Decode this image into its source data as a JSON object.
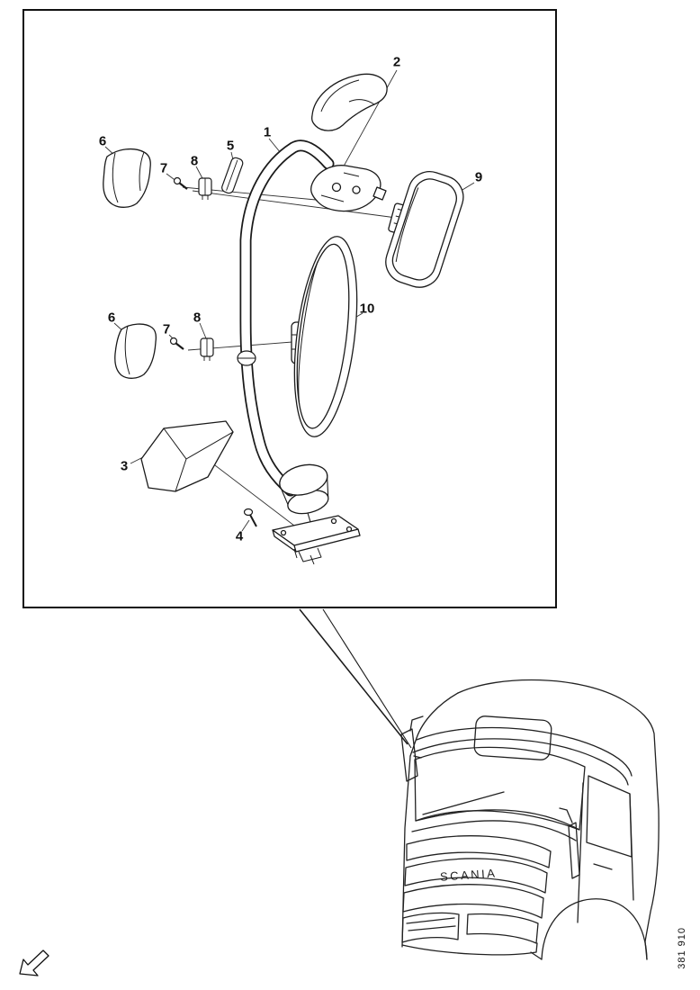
{
  "figure": {
    "drawing_number": "381 910",
    "truck_brand_text": "SCANIA"
  },
  "diagram": {
    "callouts": [
      {
        "label": "1"
      },
      {
        "label": "2"
      },
      {
        "label": "3"
      },
      {
        "label": "4"
      },
      {
        "label": "5"
      },
      {
        "label": "6"
      },
      {
        "label": "6"
      },
      {
        "label": "7"
      },
      {
        "label": "7"
      },
      {
        "label": "8"
      },
      {
        "label": "8"
      },
      {
        "label": "9"
      },
      {
        "label": "10"
      }
    ]
  },
  "colors": {
    "line": "#1a1a1a",
    "background": "#ffffff"
  }
}
